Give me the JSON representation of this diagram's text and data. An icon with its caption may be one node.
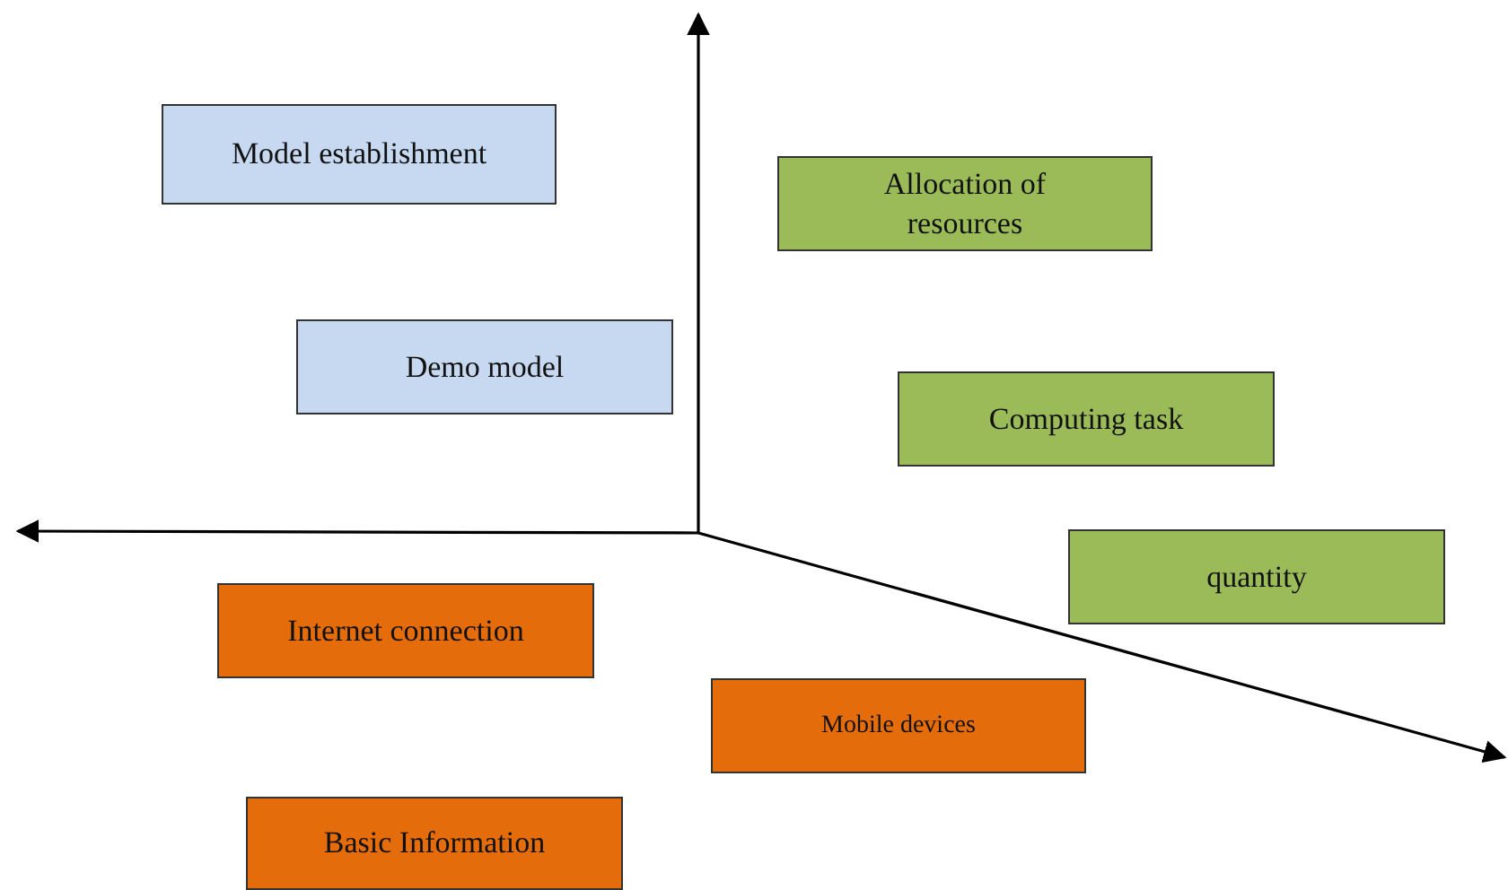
{
  "diagram": {
    "nodes": [
      {
        "text": [
          "Model establishment"
        ]
      },
      {
        "text": [
          "Demo model"
        ]
      },
      {
        "text": [
          "Allocation of resources"
        ]
      },
      {
        "text": [
          "Computing task"
        ]
      },
      {
        "text": [
          "quantity"
        ]
      },
      {
        "text": [
          "Internet connection"
        ]
      },
      {
        "text": [
          "Mobile devices"
        ]
      },
      {
        "text": [
          "Basic Information"
        ]
      }
    ],
    "edges": []
  }
}
